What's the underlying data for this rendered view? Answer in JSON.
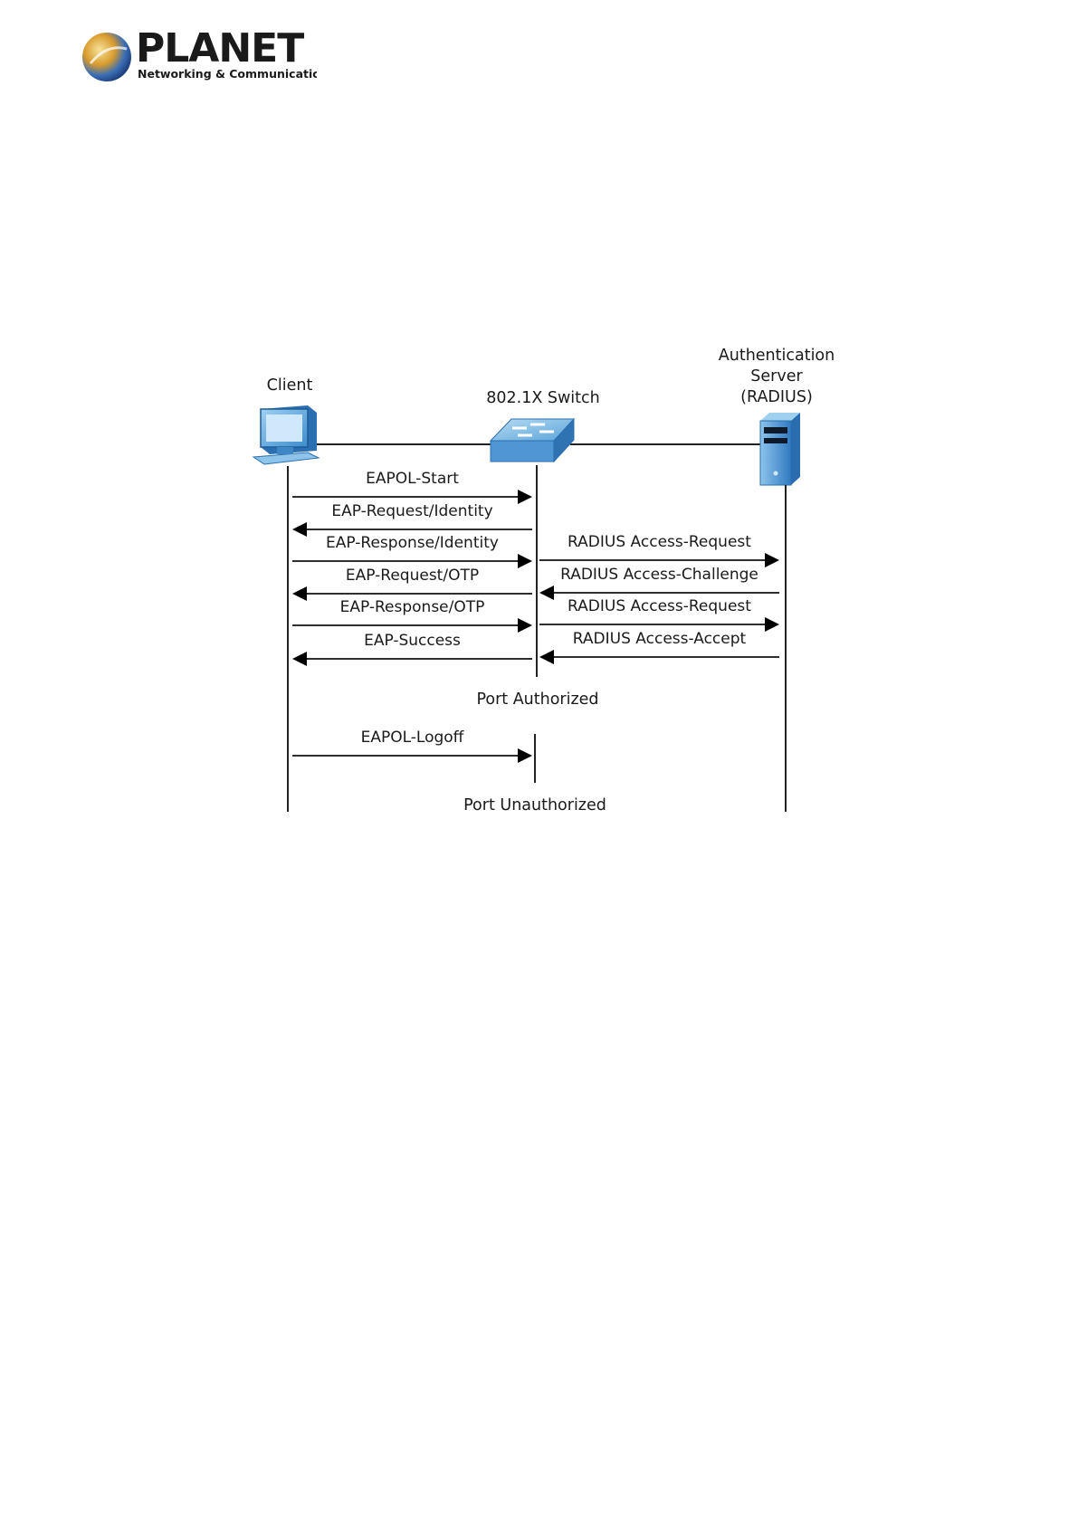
{
  "header": {
    "logo": {
      "wordmark": "PLANET",
      "tagline": "Networking & Communication"
    }
  },
  "diagram": {
    "nodes": {
      "client": {
        "label": "Client",
        "icon": "computer-icon"
      },
      "switch": {
        "label": "802.1X Switch",
        "icon": "switch-icon"
      },
      "server": {
        "label_lines": [
          "Authentication",
          "Server",
          "(RADIUS)"
        ],
        "icon": "server-icon"
      }
    },
    "client_switch_messages": [
      {
        "label": "EAPOL-Start",
        "direction": "right"
      },
      {
        "label": "EAP-Request/Identity",
        "direction": "left"
      },
      {
        "label": "EAP-Response/Identity",
        "direction": "right"
      },
      {
        "label": "EAP-Request/OTP",
        "direction": "left"
      },
      {
        "label": "EAP-Response/OTP",
        "direction": "right"
      },
      {
        "label": "EAP-Success",
        "direction": "left"
      }
    ],
    "switch_server_messages": [
      {
        "label": "RADIUS Access-Request",
        "direction": "right"
      },
      {
        "label": "RADIUS Access-Challenge",
        "direction": "left"
      },
      {
        "label": "RADIUS Access-Request",
        "direction": "right"
      },
      {
        "label": "RADIUS Access-Accept",
        "direction": "left"
      }
    ],
    "status_authorized": "Port Authorized",
    "logoff_message": {
      "label": "EAPOL-Logoff",
      "direction": "right"
    },
    "status_unauthorized": "Port Unauthorized"
  }
}
